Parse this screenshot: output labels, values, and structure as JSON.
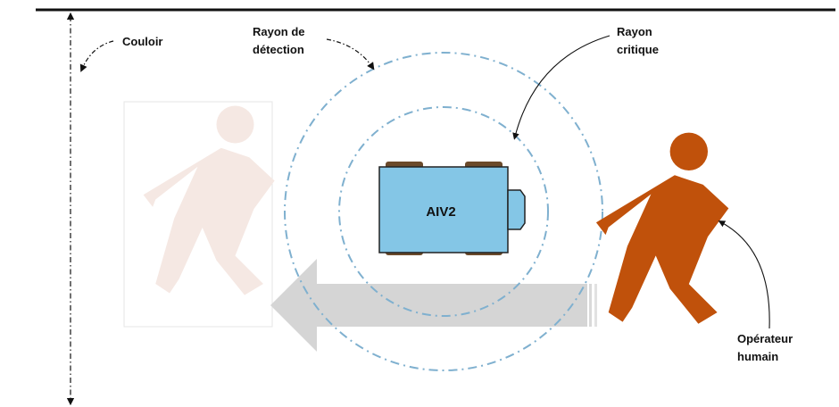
{
  "labels": {
    "corridor": "Couloir",
    "detection_line1": "Rayon de",
    "detection_line2": "détection",
    "critical_line1": "Rayon",
    "critical_line2": "critique",
    "operator_line1": "Opérateur",
    "operator_line2": "humain",
    "robot": "AIV2"
  },
  "colors": {
    "detection_circle": "#7fb0cf",
    "critical_circle": "#7fb0cf",
    "robot_body": "#84c6e6",
    "robot_wheels": "#6b4a2a",
    "operator": "#c0510b",
    "ghost_operator": "#f5e8e3",
    "arrow": "#d4d4d4",
    "lines": "#111111"
  },
  "icons": {
    "operator": "walking-person-icon",
    "ghost": "walking-person-icon"
  }
}
